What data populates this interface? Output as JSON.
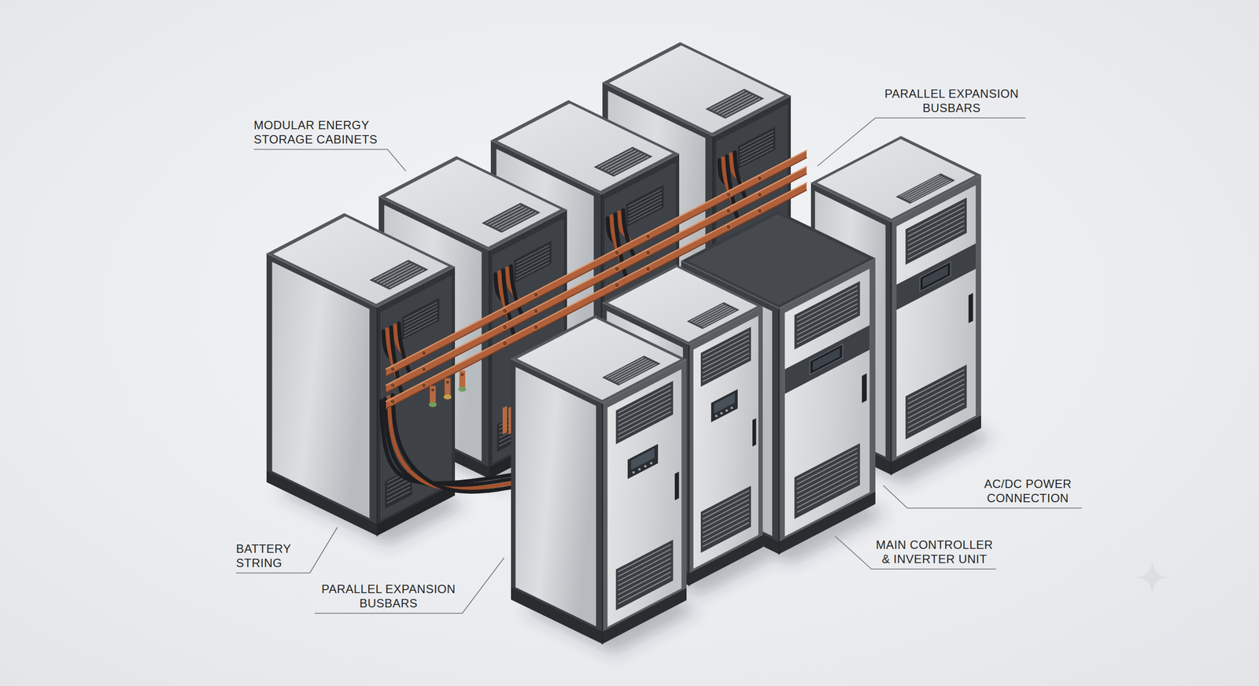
{
  "diagram": {
    "labels": [
      "MODULAR ENERGY STORAGE CABINETS",
      "PARALLEL EXPANSION BUSBARS",
      "AC/DC POWER CONNECTION",
      "BATTERY STRING",
      "MAIN CONTROLLER & INVERTER UNIT",
      "PARALLEL EXPANSION BUSBARS"
    ]
  }
}
